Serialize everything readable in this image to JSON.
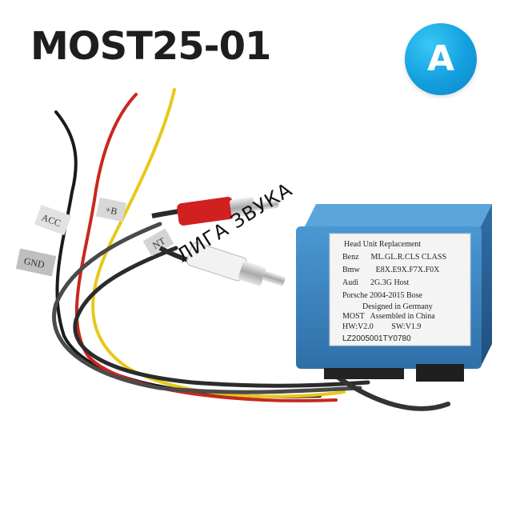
{
  "header": {
    "title": "MOST25-01"
  },
  "badge": {
    "letter": "A",
    "color": "#139fde"
  },
  "product": {
    "box_color": "#3c84be",
    "label_lines": [
      "Head Unit Replacement",
      "Benz      ML.GL.R.CLS CLASS",
      "Bmw        E8X.E9X.F7X.F0X",
      "Audi      2G.3G Host",
      "Porsche 2004-2015 Bose",
      "          Designed in Germany",
      "MOST   Assembled in China",
      "HW:V2.0         SW:V1.9"
    ],
    "serial": "LZ2005001TY0780",
    "wire_tags": {
      "acc": "ACC",
      "plus_b": "+B",
      "gnd": "GND",
      "nt": "NT"
    },
    "wire_colors": {
      "black": "#1a1a1a",
      "red": "#c8281e",
      "yellow": "#e8c81a",
      "rca_red": "#d02020",
      "rca_white": "#f2f2f2"
    }
  },
  "watermark": {
    "text": "ЛИГА ЗВУКА"
  }
}
